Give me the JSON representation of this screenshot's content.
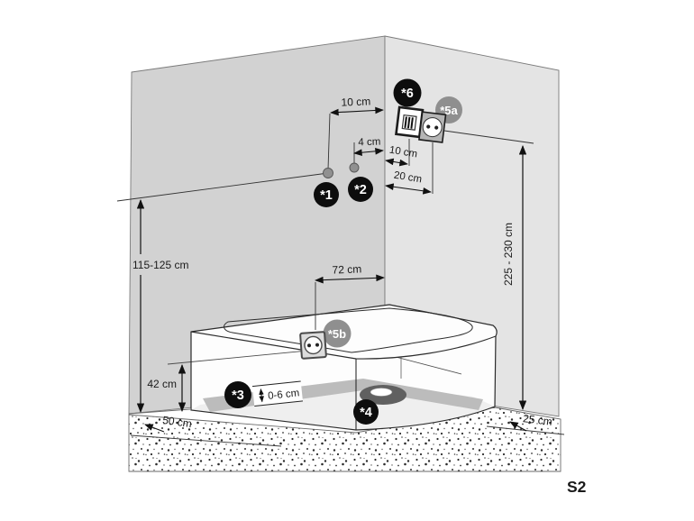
{
  "page": {
    "code": "S2"
  },
  "colors": {
    "wall_left": "#d2d2d2",
    "wall_right": "#e4e4e4",
    "band_gray": "#bcbcbc",
    "badge_black": "#0d0d0d",
    "badge_gray": "#8f8f8f",
    "accent_red": "#c5313e",
    "line": "#1a1a1a"
  },
  "measurements": {
    "dot1_offset_from_corner": "10 cm",
    "dot_gap": "4 cm",
    "switch_offset_from_corner": "10 cm",
    "socket_offset_from_corner": "20 cm",
    "dots_height_above_floor": "115-125 cm",
    "socket5b_offset_from_corner": "72 cm",
    "socket6_height_above_floor": "225 - 230 cm",
    "apron_height": "42 cm",
    "foot_adjust_range": "0-6 cm",
    "floor_strip_left": "50 cm",
    "floor_strip_right": "25 cm"
  },
  "badges": {
    "b1": "*1",
    "b2": "*2",
    "b3": "*3",
    "b4": "*4",
    "b5a": "*5a",
    "b5b": "*5b",
    "b6": "*6"
  }
}
